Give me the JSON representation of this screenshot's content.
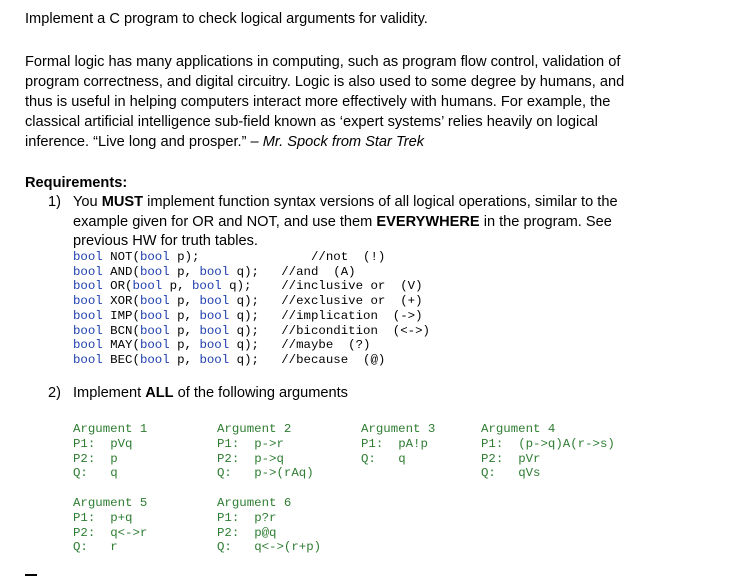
{
  "title": "Implement a C program to check logical arguments for validity.",
  "intro": [
    "Formal logic has many applications in computing, such as program flow control, validation of",
    "program correctness, and digital circuitry.  Logic is also used to some degree by humans, and",
    "thus is useful in helping computers interact more effectively with humans.  For example, the",
    "classical artificial intelligence sub-field known as ‘expert systems’ relies heavily on logical"
  ],
  "intro_last": "inference.  “Live long and prosper.” – ",
  "intro_quote_source": "Mr. Spock from Star Trek",
  "requirements_heading": "Requirements:",
  "req1": {
    "number": "1)",
    "line1_a": "You ",
    "line1_must": "MUST",
    "line1_b": " implement function syntax versions of all logical operations, similar to the",
    "line2_a": "example given for OR and NOT, and use them ",
    "line2_everywhere": "EVERYWHERE",
    "line2_b": " in the program.  See",
    "line3": "previous HW for truth tables."
  },
  "functions": [
    {
      "ret": "bool",
      "sig": " NOT(",
      "args": [
        [
          "bool",
          " p"
        ]
      ],
      "close": ");",
      "pad": "               ",
      "comment": "//not  (!)"
    },
    {
      "ret": "bool",
      "sig": " AND(",
      "args": [
        [
          "bool",
          " p, "
        ],
        [
          "bool",
          " q"
        ]
      ],
      "close": ");",
      "pad": "   ",
      "comment": "//and  (A)"
    },
    {
      "ret": "bool",
      "sig": " OR(",
      "args": [
        [
          "bool",
          " p, "
        ],
        [
          "bool",
          " q"
        ]
      ],
      "close": ");",
      "pad": "    ",
      "comment": "//inclusive or  (V)"
    },
    {
      "ret": "bool",
      "sig": " XOR(",
      "args": [
        [
          "bool",
          " p, "
        ],
        [
          "bool",
          " q"
        ]
      ],
      "close": ");",
      "pad": "   ",
      "comment": "//exclusive or  (+)"
    },
    {
      "ret": "bool",
      "sig": " IMP(",
      "args": [
        [
          "bool",
          " p, "
        ],
        [
          "bool",
          " q"
        ]
      ],
      "close": ");",
      "pad": "   ",
      "comment": "//implication  (->)"
    },
    {
      "ret": "bool",
      "sig": " BCN(",
      "args": [
        [
          "bool",
          " p, "
        ],
        [
          "bool",
          " q"
        ]
      ],
      "close": ");",
      "pad": "   ",
      "comment": "//bicondition  (<->)"
    },
    {
      "ret": "bool",
      "sig": " MAY(",
      "args": [
        [
          "bool",
          " p, "
        ],
        [
          "bool",
          " q"
        ]
      ],
      "close": ");",
      "pad": "   ",
      "comment": "//maybe  (?)"
    },
    {
      "ret": "bool",
      "sig": " BEC(",
      "args": [
        [
          "bool",
          " p, "
        ],
        [
          "bool",
          " q"
        ]
      ],
      "close": ");",
      "pad": "   ",
      "comment": "//because  (@)"
    }
  ],
  "req2": {
    "number": "2)",
    "text_a": "Implement ",
    "text_all": "ALL",
    "text_b": " of the following arguments"
  },
  "arguments": [
    {
      "name": "Argument 1",
      "lines": [
        [
          "P1:",
          "pVq"
        ],
        [
          "P2:",
          "p"
        ],
        [
          "Q:",
          "q"
        ]
      ]
    },
    {
      "name": "Argument 2",
      "lines": [
        [
          "P1:",
          "p->r"
        ],
        [
          "P2:",
          "p->q"
        ],
        [
          "Q:",
          "p->(rAq)"
        ]
      ]
    },
    {
      "name": "Argument 3",
      "lines": [
        [
          "P1:",
          "pA!p"
        ],
        [
          "Q:",
          "q"
        ]
      ]
    },
    {
      "name": "Argument 4",
      "lines": [
        [
          "P1:",
          "(p->q)A(r->s)"
        ],
        [
          "P2:",
          "pVr"
        ],
        [
          "Q:",
          "qVs"
        ]
      ]
    },
    {
      "name": "Argument 5",
      "lines": [
        [
          "P1:",
          "p+q"
        ],
        [
          "P2:",
          "q<->r"
        ],
        [
          "Q:",
          "r"
        ]
      ]
    },
    {
      "name": "Argument 6",
      "lines": [
        [
          "P1:",
          "p?r"
        ],
        [
          "P2:",
          "p@q"
        ],
        [
          "Q:",
          "q<->(r+p)"
        ]
      ]
    }
  ]
}
